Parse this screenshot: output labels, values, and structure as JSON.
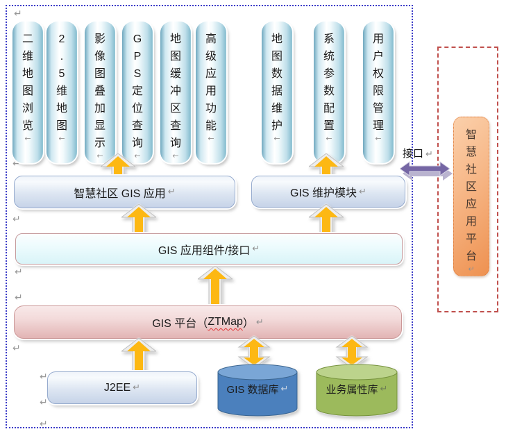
{
  "diagram": {
    "marks": {
      "return": "↵",
      "left": "←"
    },
    "modules_left": [
      {
        "label": "二维地图浏览"
      },
      {
        "label": "2.5维地图"
      },
      {
        "label": "影像图叠加显示"
      },
      {
        "label": "GPS定位查询"
      },
      {
        "label": "地图缓冲区查询"
      },
      {
        "label": "高级应用功能"
      }
    ],
    "modules_right": [
      {
        "label": "地图数据维护"
      },
      {
        "label": "系统参数配置"
      },
      {
        "label": "用户权限管理"
      }
    ],
    "app_layer": {
      "gis_app": "智慧社区 GIS 应用",
      "gis_maintain": "GIS 维护模块"
    },
    "component_layer": {
      "label": "GIS 应用组件/接口"
    },
    "platform_layer": {
      "prefix": "GIS 平台（",
      "product": "ZTMap",
      "suffix": "）"
    },
    "base_layer": {
      "j2ee": "J2EE",
      "gis_db": "GIS 数据库",
      "biz_db": "业务属性库"
    },
    "external": {
      "interface_label": "接口",
      "platform_label": "智慧社区应用平台"
    },
    "colors": {
      "module_capsule_blue": "#aed5e2",
      "arrow_orange": "#fdb813",
      "interface_arrow_purple": "#7566a4",
      "gis_db_blue": "#4b80bd",
      "biz_db_green": "#9cba5c",
      "external_platform_orange": "#ef9252",
      "dotted_border_blue": "#3c3cc8",
      "dashed_border_red": "#c0504d",
      "cyan_layer": "#e4f8fb",
      "pink_layer": "#eccaca"
    }
  }
}
